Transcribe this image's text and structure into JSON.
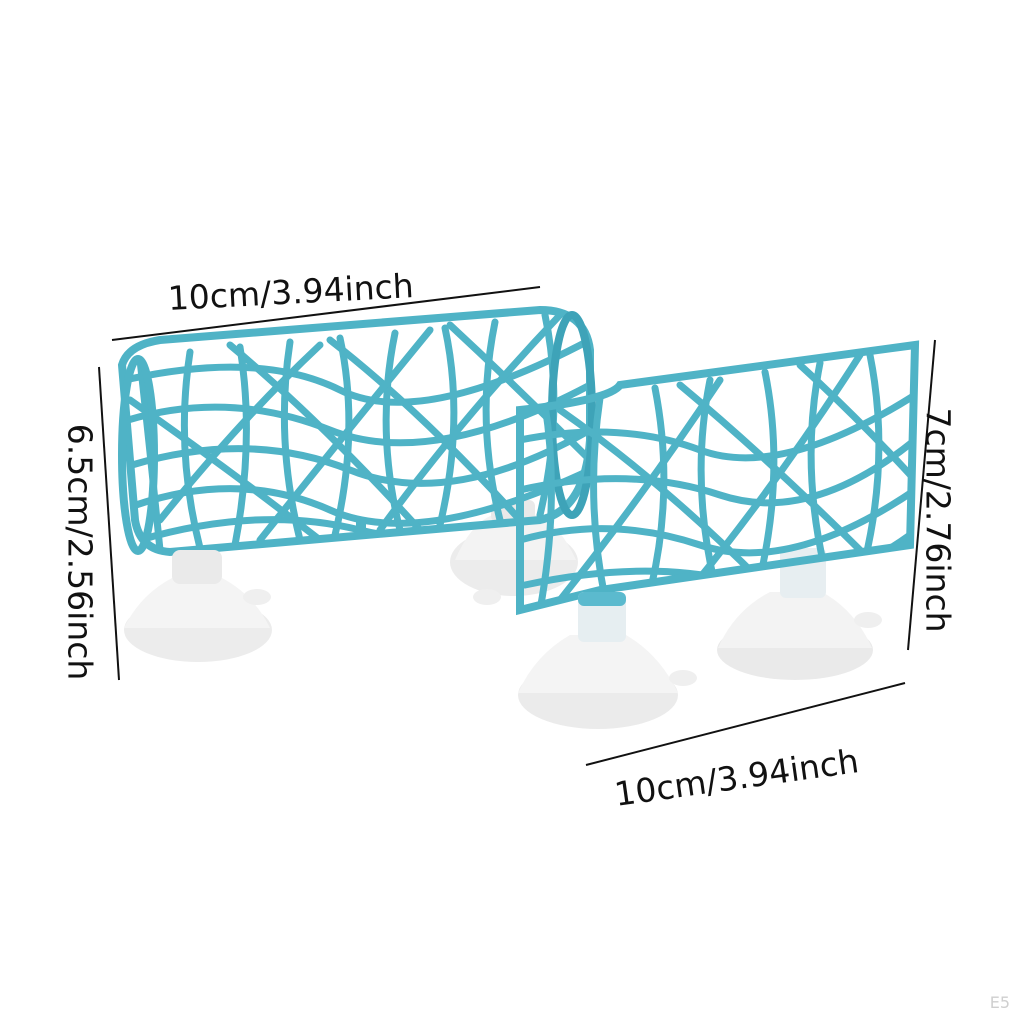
{
  "labels": {
    "top_width": "10cm/3.94inch",
    "bottom_width": "10cm/3.94inch",
    "left_height": "6.5cm/2.56inch",
    "right_height": "7cm/2.76inch"
  },
  "watermark": "E5",
  "colors": {
    "mesh": "#4fb3c6",
    "mesh_dark": "#2e93a8",
    "suction_cup": "#eeeeee",
    "suction_shadow": "#d9d9d9",
    "dimension_line": "#111111",
    "background": "#ffffff"
  }
}
